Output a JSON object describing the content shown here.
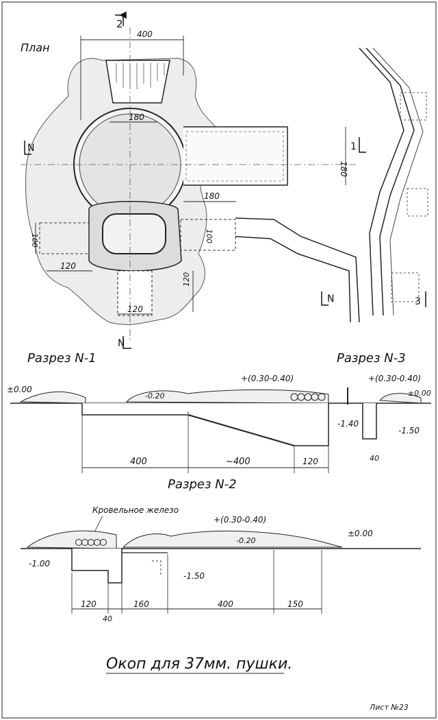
{
  "plan": {
    "title": "План",
    "section_marks": [
      "2",
      "1",
      "N",
      "N",
      "N"
    ],
    "marker_3": "3",
    "dims": {
      "width_top": "400",
      "pit_top": "180",
      "arm_width": "180",
      "arm_trench_len": "180",
      "left_100": "100",
      "left_120": "120",
      "right_100": "100",
      "bottom_120_h": "120",
      "bottom_120_w": "120"
    }
  },
  "section1": {
    "title": "Разрез N-1",
    "levels": {
      "zero": "±0.00",
      "minus020": "-0.20",
      "parapet": "+(0.30-0.40)",
      "minus140": "-1.40"
    },
    "dims": {
      "d400a": "400",
      "d400b": "~400",
      "d120": "120"
    }
  },
  "section3": {
    "title": "Разрез N-3",
    "levels": {
      "parapet": "+(0.30-0.40)",
      "zero": "±0.00",
      "minus150": "-1.50"
    },
    "dims": {
      "d40": "40"
    }
  },
  "section2": {
    "title": "Разрез N-2",
    "note": "Кровельное железо",
    "levels": {
      "parapet": "+(0.30-0.40)",
      "minus020": "-0.20",
      "zero": "±0.00",
      "minus100": "-1.00",
      "minus150": "-1.50"
    },
    "dims": {
      "d120": "120",
      "d160": "160",
      "d400": "400",
      "d150": "150",
      "d40": "40"
    }
  },
  "caption": "Окоп для 37мм. пушки.",
  "sheet_no": "Лист №23"
}
